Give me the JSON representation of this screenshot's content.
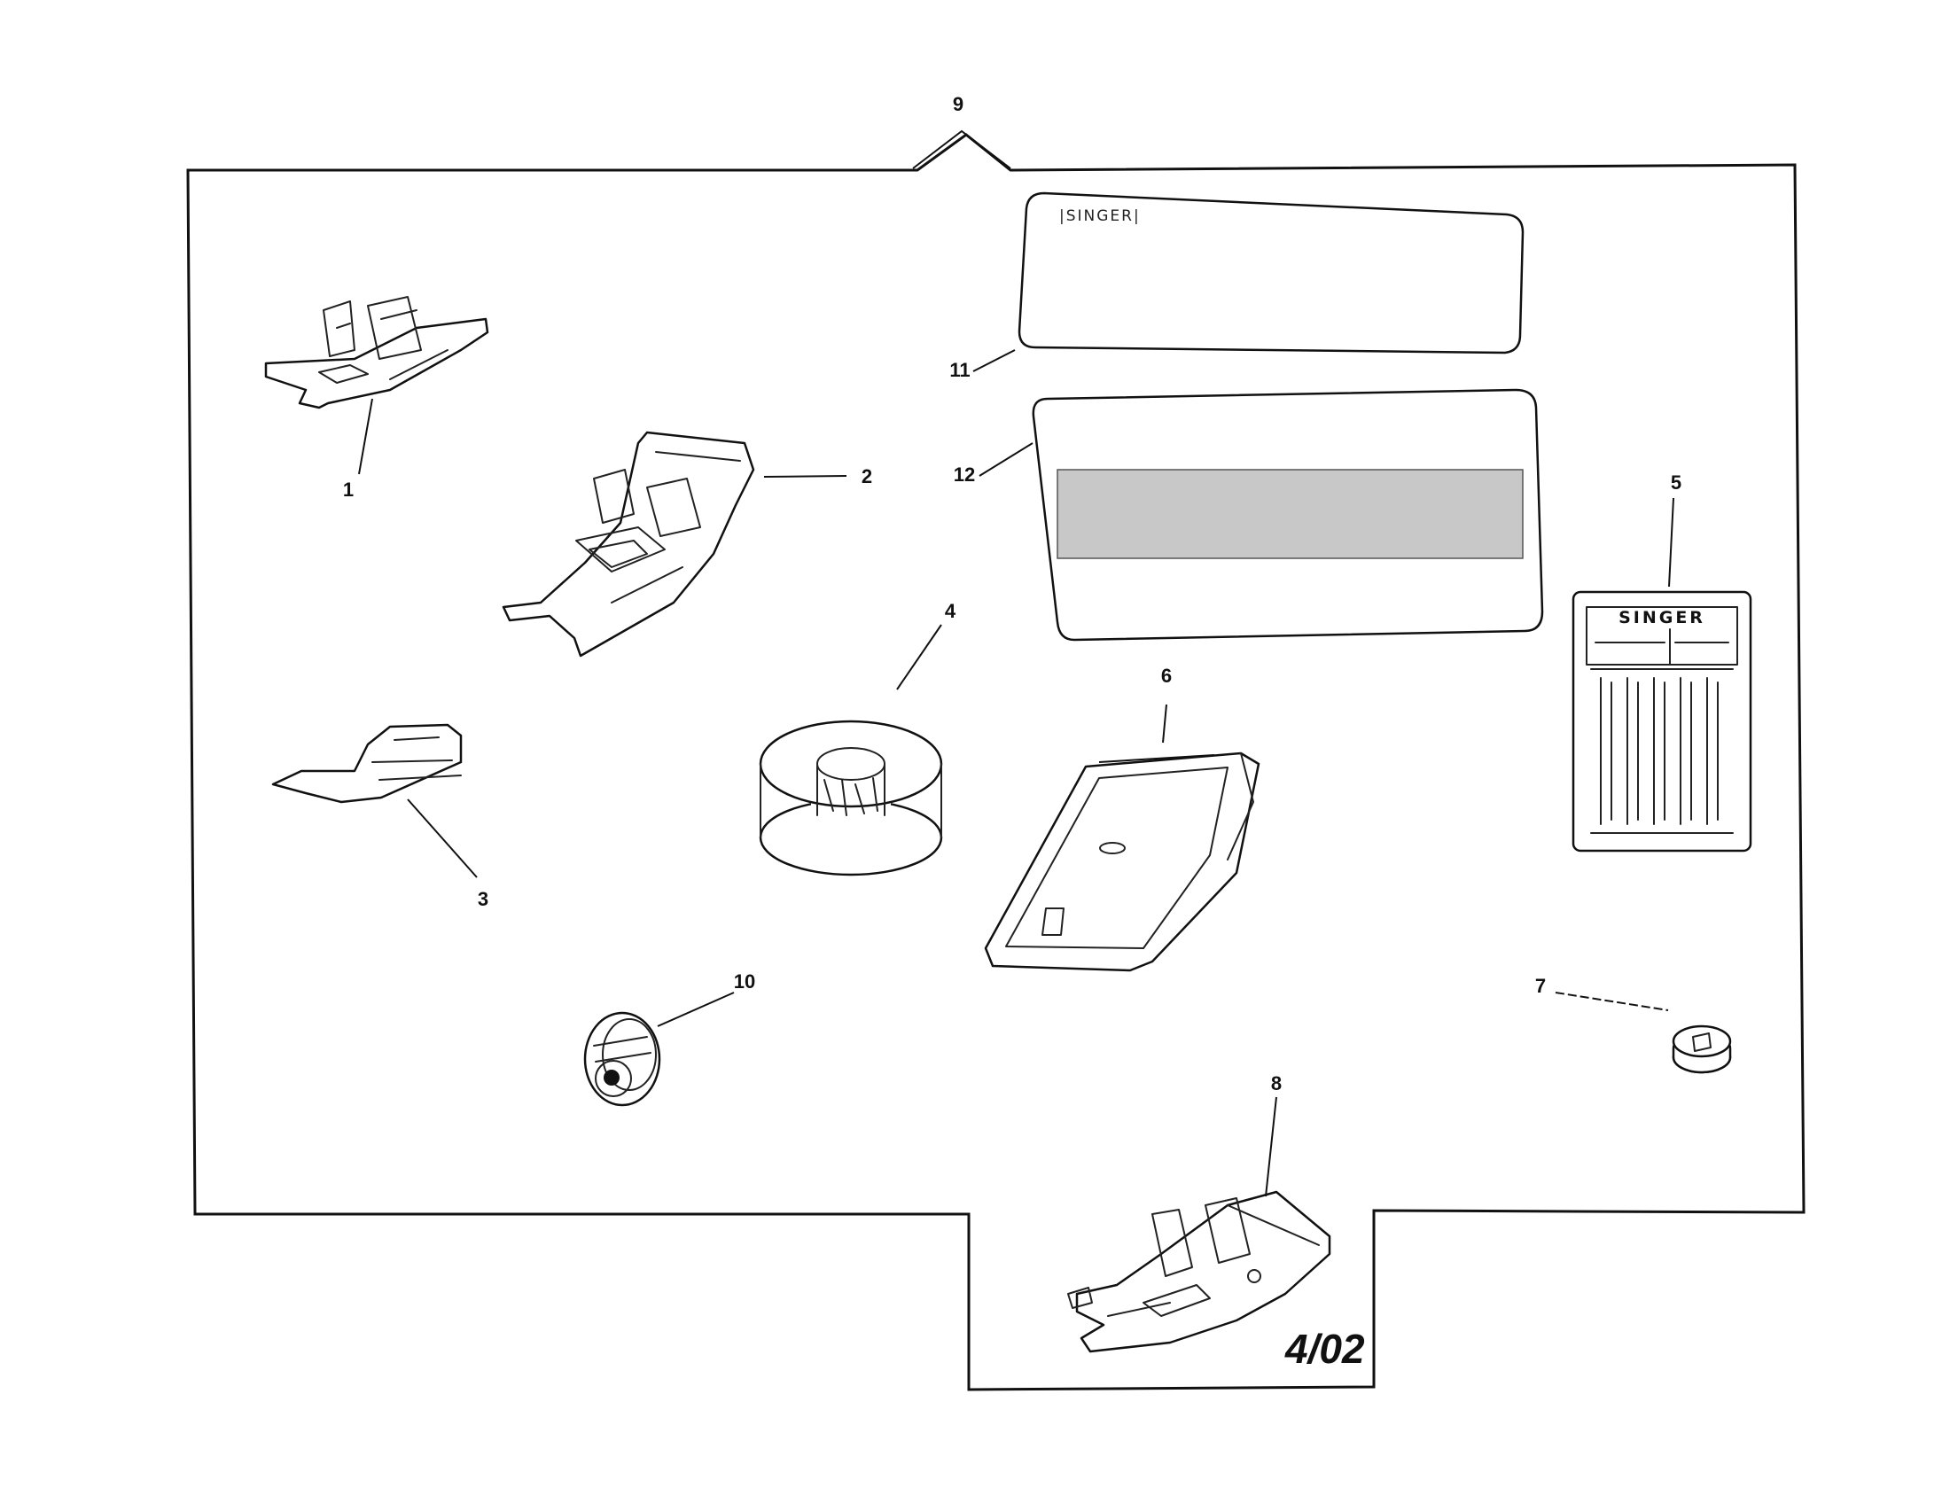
{
  "callouts": {
    "c1": "1",
    "c2": "2",
    "c3": "3",
    "c4": "4",
    "c5": "5",
    "c6": "6",
    "c7": "7",
    "c8": "8",
    "c9": "9",
    "c10": "10",
    "c11": "11",
    "c12": "12"
  },
  "case_lid_brand": "|SINGER|",
  "needle_pack_brand": "SINGER",
  "revision_date": "4/02"
}
